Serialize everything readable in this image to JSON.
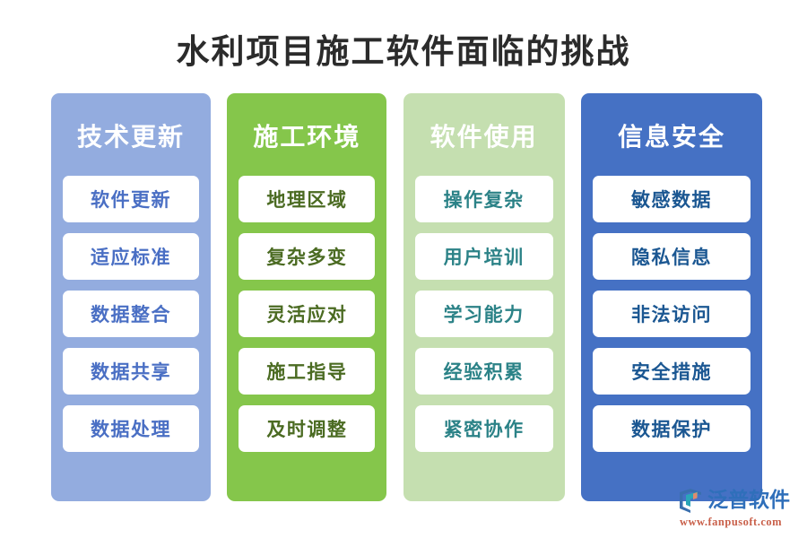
{
  "page": {
    "title": "水利项目施工软件面临的挑战",
    "background_color": "#ffffff",
    "title_color": "#2b2b2b"
  },
  "columns": [
    {
      "header": "技术更新",
      "bg_color": "#93acdf",
      "header_color": "#ffffff",
      "item_text_color": "#4a6fc4",
      "items": [
        {
          "label": "软件更新"
        },
        {
          "label": "适应标准"
        },
        {
          "label": "数据整合"
        },
        {
          "label": "数据共享"
        },
        {
          "label": "数据处理"
        }
      ]
    },
    {
      "header": "施工环境",
      "bg_color": "#85c64b",
      "header_color": "#ffffff",
      "item_text_color": "#4b6b22",
      "items": [
        {
          "label": "地理区域"
        },
        {
          "label": "复杂多变"
        },
        {
          "label": "灵活应对"
        },
        {
          "label": "施工指导"
        },
        {
          "label": "及时调整"
        }
      ]
    },
    {
      "header": "软件使用",
      "bg_color": "#c5dfb0",
      "header_color": "#ffffff",
      "item_text_color": "#2b8287",
      "items": [
        {
          "label": "操作复杂"
        },
        {
          "label": "用户培训"
        },
        {
          "label": "学习能力"
        },
        {
          "label": "经验积累"
        },
        {
          "label": "紧密协作"
        }
      ]
    },
    {
      "header": "信息安全",
      "bg_color": "#4571c4",
      "header_color": "#ffffff",
      "item_text_color": "#1b5792",
      "items": [
        {
          "label": "敏感数据"
        },
        {
          "label": "隐私信息"
        },
        {
          "label": "非法访问"
        },
        {
          "label": "安全措施"
        },
        {
          "label": "数据保护"
        }
      ]
    }
  ],
  "watermark": {
    "brand_name": "泛普软件",
    "url": "www.fanpusoft.com",
    "brand_color": "#2f6fba",
    "url_color": "#c9604a",
    "mark_icon": "fanpu-swoosh-logo-icon"
  }
}
